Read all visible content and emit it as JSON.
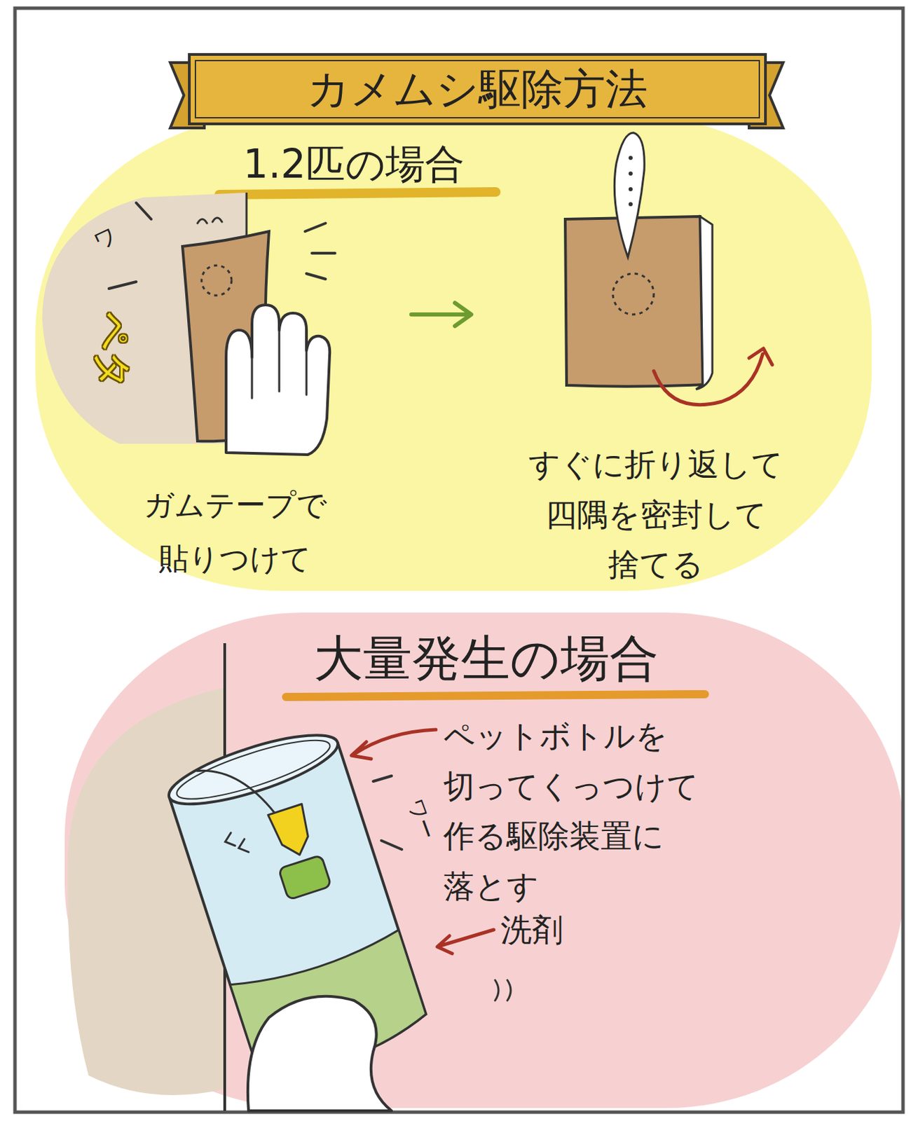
{
  "diagram": {
    "title": "カメムシ駆除方法",
    "nodes": [
      {
        "text": [
          "1.2匹の場合"
        ]
      },
      {
        "text": [
          "大量発生の場合"
        ]
      }
    ],
    "labels": [
      "ペタ",
      "ワ",
      "ガムテープで 貼りつけて",
      "すぐに折り返して 四隅を密封して 捨てる",
      "ペットボトルを 切ってくっつけて 作る駆除装置に 落とす",
      "洗剤",
      "ワー"
    ]
  }
}
